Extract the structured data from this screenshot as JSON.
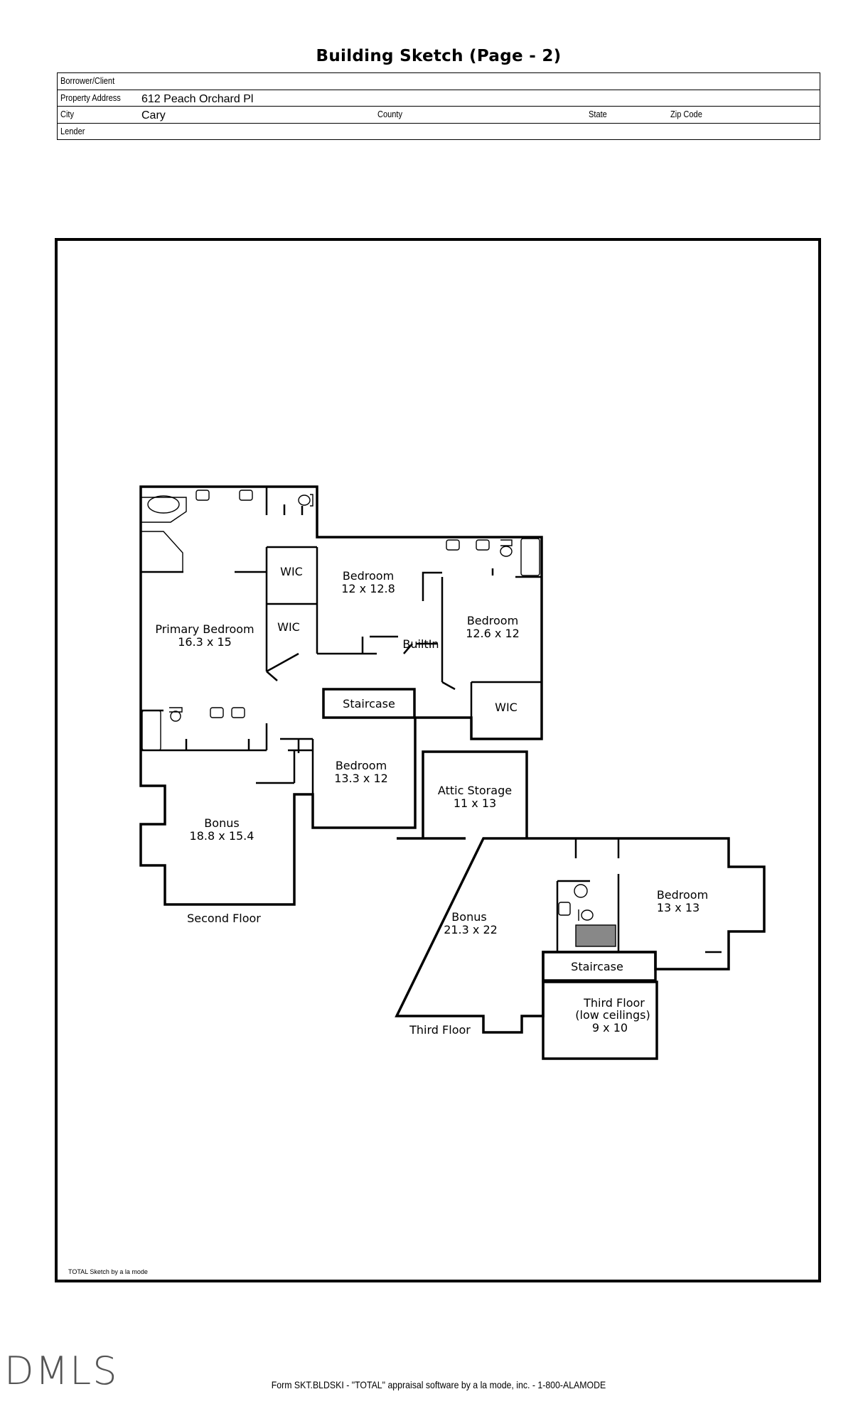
{
  "header": {
    "title": "Building Sketch (Page - 2)"
  },
  "info": {
    "borrower_label": "Borrower/Client",
    "borrower_value": "",
    "address_label": "Property Address",
    "address_value": "612 Peach Orchard Pl",
    "city_label": "City",
    "city_value": "Cary",
    "county_label": "County",
    "county_value": "",
    "state_label": "State",
    "state_value": "",
    "zip_label": "Zip Code",
    "zip_value": "",
    "lender_label": "Lender",
    "lender_value": ""
  },
  "sketch": {
    "rooms": {
      "wic_1": "WIC",
      "wic_2": "WIC",
      "bedroom_a_name": "Bedroom",
      "bedroom_a_size": "12 x 12.8",
      "bedroom_b_name": "Bedroom",
      "bedroom_b_size": "12.6 x 12",
      "primary_name": "Primary Bedroom",
      "primary_size": "16.3 x 15",
      "builtin": "BuiltIn",
      "staircase_2": "Staircase",
      "wic_3": "WIC",
      "bedroom_c_name": "Bedroom",
      "bedroom_c_size": "13.3 x 12",
      "bonus_2_name": "Bonus",
      "bonus_2_size": "18.8 x 15.4",
      "second_floor": "Second Floor",
      "attic_name": "Attic Storage",
      "attic_size": "11 x 13",
      "bonus_3_name": "Bonus",
      "bonus_3_size": "21.3 x 22",
      "bedroom_d_name": "Bedroom",
      "bedroom_d_size": "13 x 13",
      "staircase_3": "Staircase",
      "third_floor_room_name": "Third Floor",
      "third_floor_room_note": "(low ceilings)",
      "third_floor_room_size": "9 x 10",
      "third_floor": "Third Floor"
    },
    "credit": "TOTAL Sketch by a la mode"
  },
  "watermark": "DMLS",
  "footer": "Form SKT.BLDSKI - \"TOTAL\" appraisal software by a la mode, inc. - 1-800-ALAMODE"
}
